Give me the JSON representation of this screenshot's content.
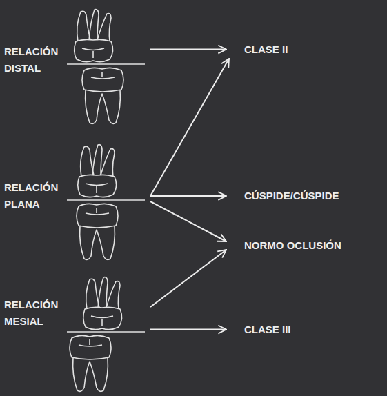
{
  "diagram": {
    "nodes": [
      {
        "text": [
          "RELACIÓN DISTAL"
        ]
      },
      {
        "text": [
          "CLASE II"
        ]
      },
      {
        "text": [
          "RELACIÓN PLANA"
        ]
      },
      {
        "text": [
          "CÚSPIDE/CÚSPIDE"
        ]
      },
      {
        "text": [
          "NORMO OCLUSIÓN"
        ]
      },
      {
        "text": [
          "RELACIÓN MESIAL"
        ]
      },
      {
        "text": [
          "CLASE III"
        ]
      }
    ],
    "edges": [
      {
        "from": 0,
        "to": 1,
        "arrow": "to"
      },
      {
        "from": 2,
        "to": 1,
        "arrow": "to"
      },
      {
        "from": 2,
        "to": 3,
        "arrow": "to"
      },
      {
        "from": 2,
        "to": 4,
        "arrow": "to"
      },
      {
        "from": 5,
        "to": 4,
        "arrow": "to"
      },
      {
        "from": 5,
        "to": 6,
        "arrow": "to"
      }
    ]
  }
}
